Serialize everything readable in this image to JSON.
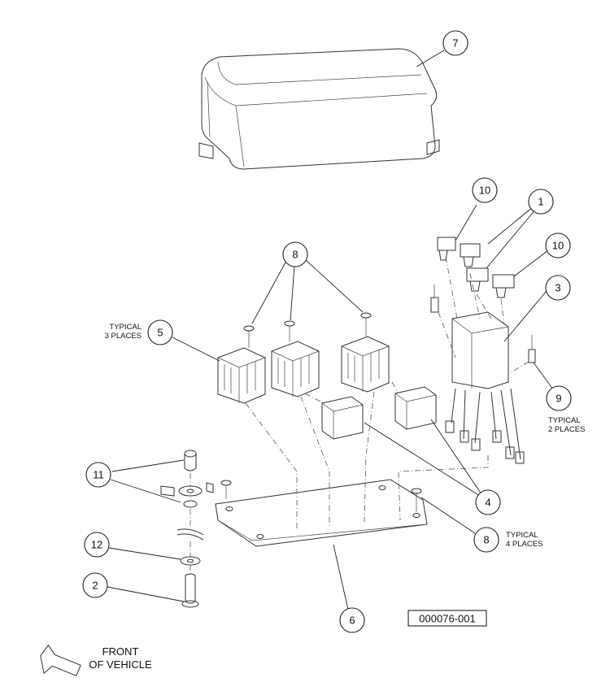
{
  "callouts": [
    {
      "id": "c7",
      "label": "7"
    },
    {
      "id": "c10a",
      "label": "10"
    },
    {
      "id": "c1",
      "label": "1"
    },
    {
      "id": "c10b",
      "label": "10"
    },
    {
      "id": "c8a",
      "label": "8"
    },
    {
      "id": "c3",
      "label": "3"
    },
    {
      "id": "c5",
      "label": "5"
    },
    {
      "id": "c9",
      "label": "9"
    },
    {
      "id": "c11",
      "label": "11"
    },
    {
      "id": "c4",
      "label": "4"
    },
    {
      "id": "c8b",
      "label": "8"
    },
    {
      "id": "c12",
      "label": "12"
    },
    {
      "id": "c2",
      "label": "2"
    },
    {
      "id": "c6",
      "label": "6"
    }
  ],
  "notes": {
    "typical_3_line1": "TYPICAL",
    "typical_3_line2": "3 PLACES",
    "typical_2_line1": "TYPICAL",
    "typical_2_line2": "2 PLACES",
    "typical_4_line1": "TYPICAL",
    "typical_4_line2": "4 PLACES"
  },
  "drawing_number": "000076-001",
  "front_label": {
    "line1": "FRONT",
    "line2": "OF VEHICLE"
  }
}
